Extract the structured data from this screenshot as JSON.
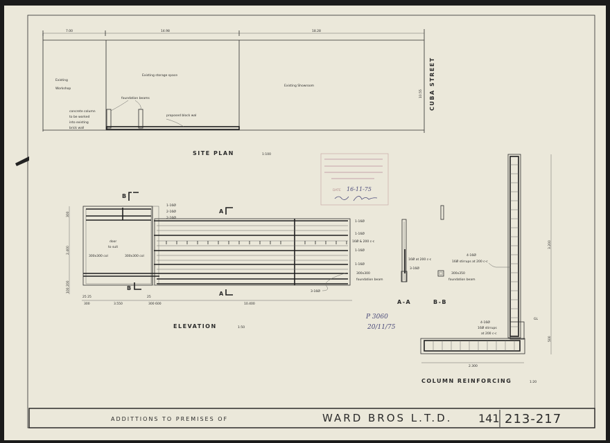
{
  "site_plan": {
    "title": "SITE PLAN",
    "scale": "1:100",
    "dims": [
      "7.00",
      "14.98",
      "18.28",
      "10.55"
    ],
    "existing_workshop": [
      "Existing",
      "Workshop"
    ],
    "existing_storage": "Existing storage space",
    "existing_showroom": "Existing Showroom",
    "foundation_beams": "foundation beams",
    "proposed_wall": "proposed block wal",
    "column_note": [
      "concrete column",
      "to be worked",
      "into existing",
      "brick wall"
    ],
    "street": "CUBA STREET"
  },
  "stamp": {
    "date_label": "DATE",
    "date": "16-11-75"
  },
  "elevation": {
    "title": "ELEVATION",
    "scale": "1:50",
    "section_marks": [
      "B",
      "B",
      "A",
      "A"
    ],
    "top_bars": [
      "1-16Ø",
      "2-16Ø",
      "2-16Ø"
    ],
    "right_bars": [
      "1-16Ø",
      "1-16Ø",
      "16Ø & 200 c-c",
      "1-16Ø",
      "1-16Ø"
    ],
    "foundation": [
      "300x300",
      "foundation beam"
    ],
    "bottom_bar": "3-16Ø",
    "door": [
      "door",
      "to suit"
    ],
    "cols": [
      "300x300 col",
      "300x300 col"
    ],
    "dims_bottom": [
      "25 25",
      "300",
      "3.550",
      "25",
      "300 600",
      "10.400"
    ],
    "dims_left": [
      "300",
      "2.400",
      "100 200"
    ]
  },
  "approval_note": [
    "P 3060",
    "20/11/75"
  ],
  "sections": {
    "aa": {
      "label": "A-A",
      "notes": [
        "16Ø at 200 c-c",
        "3-16Ø"
      ]
    },
    "bb": {
      "label": "B-B",
      "notes": [
        "300x350",
        "foundation beam"
      ]
    }
  },
  "column_reinforcing": {
    "title": "COLUMN REINFORCING",
    "scale": "1:20",
    "note_upper": [
      "4-16Ø",
      "16Ø stirrups at 200 c-c"
    ],
    "note_lower": [
      "4-16Ø",
      "16Ø stirrups",
      "at 200 c-c"
    ],
    "dim_width": "2.300",
    "dims_right": [
      "3.200",
      "500"
    ],
    "gl": "GL"
  },
  "title_block": {
    "description": "ADDITTIONS TO PREMISES OF",
    "client": "WARD BROS L.T.D.",
    "number": "141",
    "ref": "213-217"
  },
  "colors": {
    "paper": "#ebe8da",
    "ink": "#2b2b2b",
    "stamp": "#b58c8c"
  }
}
